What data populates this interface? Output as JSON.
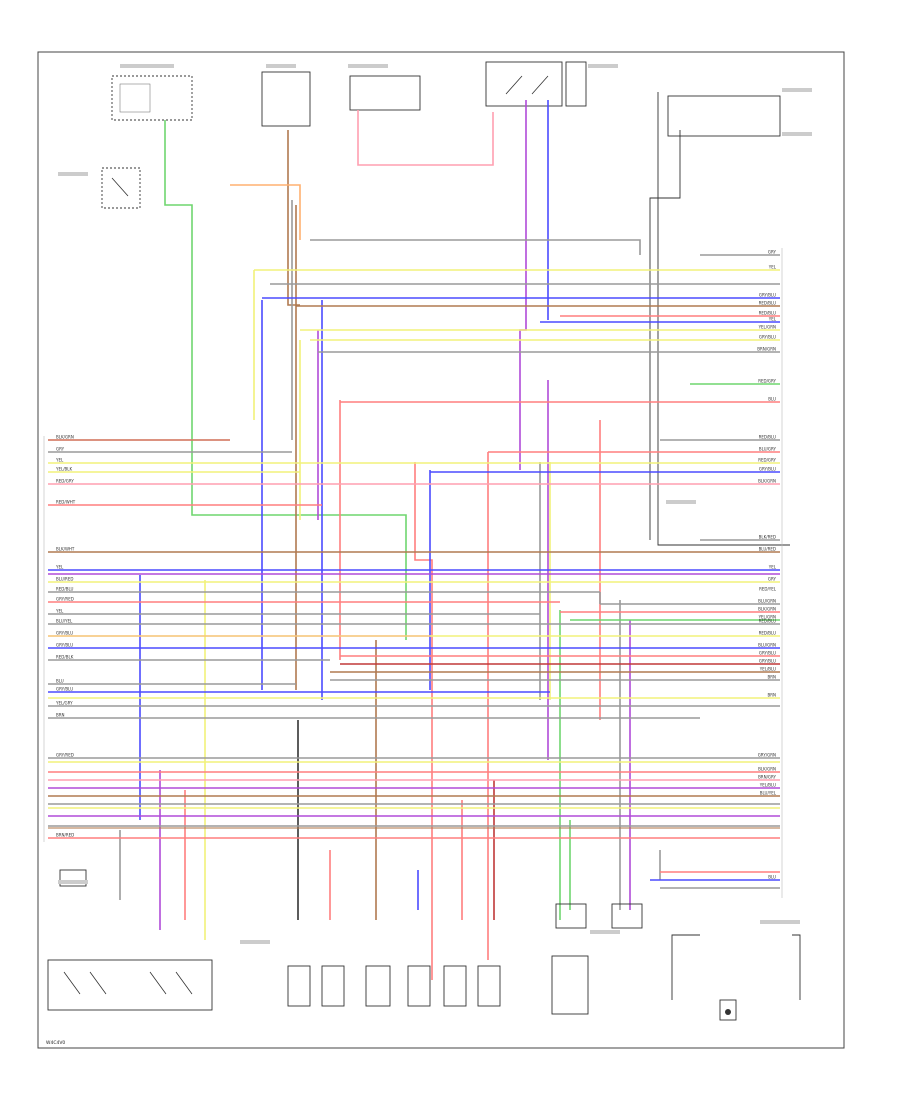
{
  "diagram": {
    "footer_code": "W4C4V0"
  },
  "colors": {
    "green": "#6fd66f",
    "red": "#ff7f7f",
    "pink": "#ff9fb0",
    "yellow": "#f2f27a",
    "blue": "#4b4bff",
    "purple": "#b04bd8",
    "brown": "#b07a50",
    "orange": "#ffb070",
    "gray": "#9a9a9a",
    "black": "#222222",
    "darkred": "#c03838"
  },
  "legend": {
    "left_wire_labels": [
      "BLK/GRN",
      "GRY",
      "YEL",
      "YEL/BLK",
      "RED/GRY",
      "RED/WHT",
      "BLK/WHT",
      "YEL",
      "BLU/RED",
      "RED/BLU",
      "GRY/RED",
      "YEL",
      "BLU/YEL",
      "GRY/BLU",
      "GRY/BLU",
      "RED/BLK",
      "BLU",
      "GRY/BLU",
      "YEL/GRY",
      "BRN",
      "GRY/RED",
      "BRN/RED"
    ],
    "right_wire_labels": [
      "GRY",
      "YEL",
      "GRY/BLU",
      "RED/BLU",
      "RED/BLU",
      "YEL",
      "YEL/GRN",
      "GRY/BLU",
      "BRN/GRN",
      "RED/GRY",
      "BLU",
      "RED/BLU",
      "BLU/GRY",
      "RED/GRY",
      "GRY/BLU",
      "BLK/GRN",
      "BLK/RED",
      "BLU/RED",
      "YEL",
      "GRY",
      "RED/YEL",
      "BLU/GRN",
      "BLK/GRN",
      "YEL/GRN",
      "RED/BLU",
      "RED/BLU",
      "BLU/GRN",
      "GRY/BLU",
      "GRY/BLU",
      "YEL/BLU",
      "BRN",
      "BRN",
      "GRY/GRN",
      "BLK/GRN",
      "BRN/GRY",
      "YEL/BLU",
      "BLU/YEL",
      "BLU"
    ]
  }
}
